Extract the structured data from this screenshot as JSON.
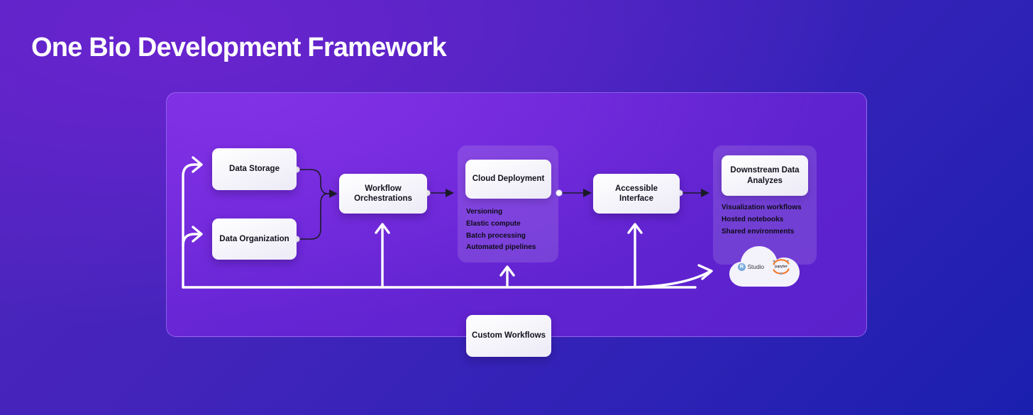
{
  "page": {
    "title": "One Bio Development Framework",
    "background_from": "#5026bd",
    "background_to": "#1a1fae",
    "panel_fill": "#7129db"
  },
  "diagram": {
    "nodes": {
      "data_storage": "Data Storage",
      "data_organization": "Data Organization",
      "workflow_orchestrations": "Workflow Orchestrations",
      "cloud_deployment": "Cloud Deployment",
      "accessible_interface": "Accessible Interface",
      "downstream_data_analyzes": "Downstream Data Analyzes",
      "custom_workflows": "Custom Workflows"
    },
    "cloud_deployment_features": [
      "Versioning",
      "Elastic compute",
      "Batch processing",
      "Automated pipelines"
    ],
    "downstream_features": [
      "Visualization workflows",
      "Hosted notebooks",
      "Shared environments"
    ],
    "cloud_logos": {
      "rstudio_mark": "R",
      "rstudio_word": "Studio",
      "jupyter_word": "jupyter"
    }
  }
}
